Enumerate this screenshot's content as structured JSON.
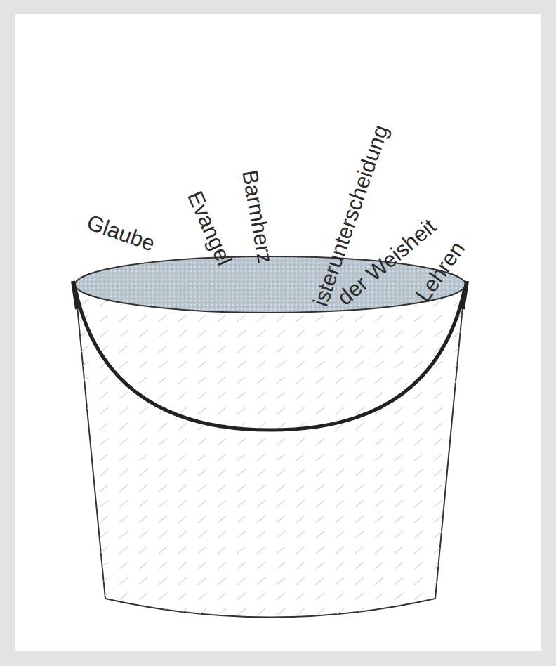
{
  "diagram": {
    "labels": [
      "Glaube",
      "Evangel",
      "Barmherz",
      "isterunterscheidung",
      "der Weisheit",
      "Lehren"
    ]
  }
}
